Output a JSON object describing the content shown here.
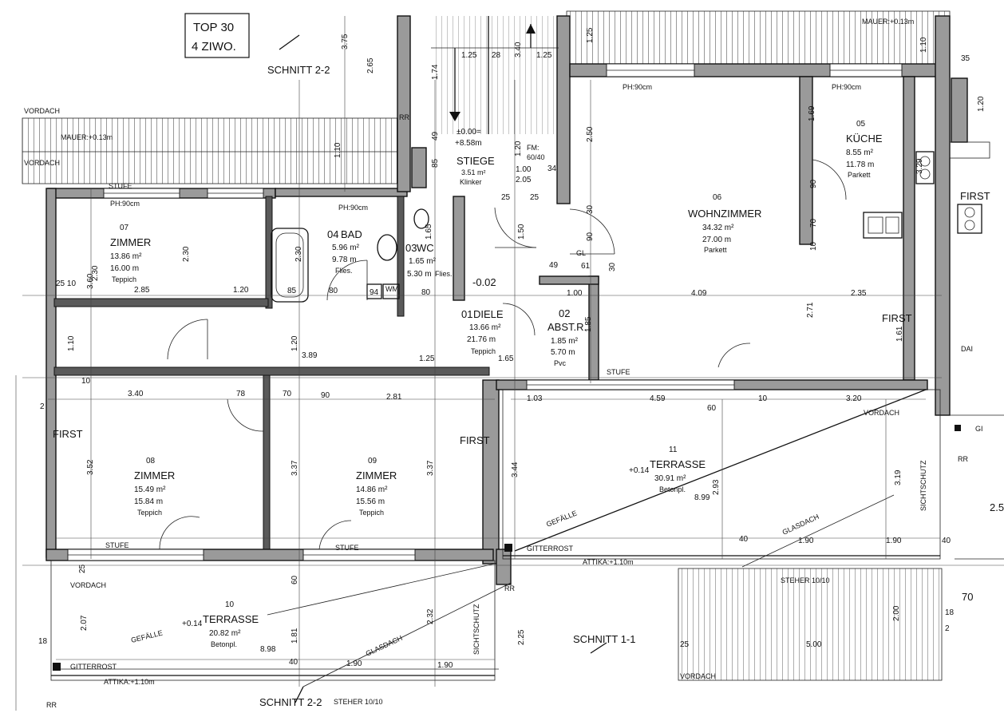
{
  "header": {
    "top_line1": "TOP 30",
    "top_line2": "4 ZIWO."
  },
  "section_labels": {
    "schnitt_22_top": "SCHNITT 2-2",
    "schnitt_22_bottom": "SCHNITT 2-2",
    "schnitt_11": "SCHNITT 1-1"
  },
  "rooms": [
    {
      "num": "07",
      "name": "ZIMMER",
      "area1": "13.86 m²",
      "area2": "16.00 m",
      "floor": "Teppich"
    },
    {
      "num": "04",
      "name": "BAD",
      "area1": "5.96 m²",
      "area2": "9.78 m",
      "floor": "Flies."
    },
    {
      "num": "03",
      "name": "WC",
      "area1": "1.65 m²",
      "area2": "5.30 m",
      "floor": "Flies."
    },
    {
      "num": "01",
      "name": "DIELE",
      "area1": "13.66 m²",
      "area2": "21.76 m",
      "floor": "Teppich"
    },
    {
      "num": "02",
      "name": "ABST.R.",
      "area1": "1.85 m²",
      "area2": "5.70 m",
      "floor": "Pvc"
    },
    {
      "num": "06",
      "name": "WOHNZIMMER",
      "area1": "34.32 m²",
      "area2": "27.00 m",
      "floor": "Parkett"
    },
    {
      "num": "05",
      "name": "KÜCHE",
      "area1": "8.55 m²",
      "area2": "11.78 m",
      "floor": "Parkett"
    },
    {
      "num": "08",
      "name": "ZIMMER",
      "area1": "15.49 m²",
      "area2": "15.84 m",
      "floor": "Teppich"
    },
    {
      "num": "09",
      "name": "ZIMMER",
      "area1": "14.86 m²",
      "area2": "15.56 m",
      "floor": "Teppich"
    },
    {
      "num": "11",
      "name": "TERRASSE",
      "area1": "30.91 m²",
      "floor": "Betonpl."
    },
    {
      "num": "10",
      "name": "TERRASSE",
      "area1": "20.82 m²",
      "floor": "Betonpl."
    }
  ],
  "stair": {
    "level1": "±0.00=",
    "level2": "+8.58m",
    "name": "STIEGE",
    "area": "3.51 m²",
    "floor": "Klinker",
    "fm1": "FM:",
    "fm2": "60/40"
  },
  "labels": {
    "vordach_a": "VORDACH",
    "vordach_b": "VORDACH",
    "vordach_c": "VORDACH",
    "vordach_d": "VORDACH",
    "vordach_e": "VORDACH",
    "mauer_a": "MAUER:+0.13m",
    "mauer_b": "MAUER:+0.13m",
    "ph_1": "PH:90cm",
    "ph_2": "PH:90cm",
    "ph_3": "PH:90cm",
    "first_1": "FIRST",
    "first_2": "FIRST",
    "first_3": "FIRST",
    "first_4": "FIRST",
    "stufe_1": "STUFE",
    "stufe_2": "STUFE",
    "stufe_3": "STUFE",
    "stufe_4": "STUFE",
    "gitterrost_1": "GITTERROST",
    "gitterrost_2": "GITTERROST",
    "attika_1": "ATTIKA:+1.10m",
    "attika_2": "ATTIKA:+1.10m",
    "gefaelle_1": "GEFÄLLE",
    "gefaelle_2": "GEFÄLLE",
    "glasdach_1": "GLASDACH",
    "glasdach_2": "GLASDACH",
    "sichtschutz_1": "SICHTSCHUTZ",
    "sichtschutz_2": "SICHTSCHUTZ",
    "steher_1": "STEHER 10/10",
    "steher_2": "STEHER 10/10",
    "wm": "WM",
    "gl": "GL",
    "rr_1": "RR",
    "rr_2": "RR",
    "rr_3": "RR",
    "rr_4": "RR",
    "gi": "GI",
    "dai": "DAI",
    "level_diele": "-0.02",
    "level_t11": "+0.14",
    "level_t10": "+0.14"
  },
  "dims": {
    "d_375": "3.75",
    "d_265": "2.65",
    "d_125a": "1.25",
    "d_28": "28",
    "d_340": "3.40",
    "d_125b": "1.25",
    "d_174": "1.74",
    "d_49": "49",
    "d_85a": "85",
    "d_120a": "1.20",
    "d_100": "1.00",
    "d_34": "34",
    "d_205": "2.05",
    "d_25a": "25",
    "d_25b": "25",
    "d_250": "2.50",
    "d_30a": "30",
    "d_90a": "90",
    "d_150": "1.50",
    "d_169": "1.69",
    "d_90b": "90",
    "d_70": "70",
    "d_10a": "10",
    "d_329": "3.29",
    "d_230a": "2.30",
    "d_230b": "2.30",
    "d_360": "3.60",
    "d_2510": "25 10",
    "d_285": "2.85",
    "d_120b": "1.20",
    "d_85b": "85",
    "d_80a": "80",
    "d_94": "94",
    "d_80b": "80",
    "d_120c": "1.20",
    "d_389": "3.89",
    "d_125c": "1.25",
    "d_165a": "1.65",
    "d_165b": "1.65",
    "d_100b": "1.00",
    "d_409": "4.09",
    "d_235": "2.35",
    "d_271": "2.71",
    "d_161": "1.61",
    "d_185": "1.85",
    "d_49b": "49",
    "d_61": "61",
    "d_30b": "30",
    "d_110a": "1.10",
    "d_110b": "1.10",
    "d_10b": "10",
    "d_340b": "3.40",
    "d_78": "78",
    "d_70b": "70",
    "d_90c": "90",
    "d_281": "2.81",
    "d_103": "1.03",
    "d_459": "4.59",
    "d_10c": "10",
    "d_320": "3.20",
    "d_60a": "60",
    "d_352": "3.52",
    "d_337a": "3.37",
    "d_337b": "3.37",
    "d_344": "3.44",
    "d_293": "2.93",
    "d_899": "8.99",
    "d_319": "3.19",
    "d_40a": "40",
    "d_190a": "1.90",
    "d_190b": "1.90",
    "d_40b": "40",
    "d_25c": "25",
    "d_60b": "60",
    "d_207": "2.07",
    "d_181": "1.81",
    "d_232": "2.32",
    "d_898": "8.98",
    "d_40c": "40",
    "d_190c": "1.90",
    "d_190d": "1.90",
    "d_225": "2.25",
    "d_18a": "18",
    "d_18b": "18",
    "d_200": "2.00",
    "d_500": "5.00",
    "d_25d": "25",
    "d_35": "35",
    "d_120d": "1.20",
    "d_70c": "70",
    "d_250b": "2.50",
    "d_110c": "1.10",
    "d_125d": "1.25",
    "d_2a": "2",
    "d_2b": "2"
  }
}
